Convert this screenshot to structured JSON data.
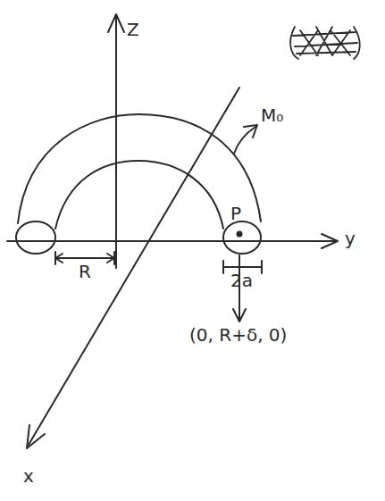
{
  "diagram": {
    "labels": [
      "Z",
      "M₀",
      "P",
      "y",
      "R",
      "2a",
      "(0, R+δ, 0)",
      "x"
    ]
  }
}
